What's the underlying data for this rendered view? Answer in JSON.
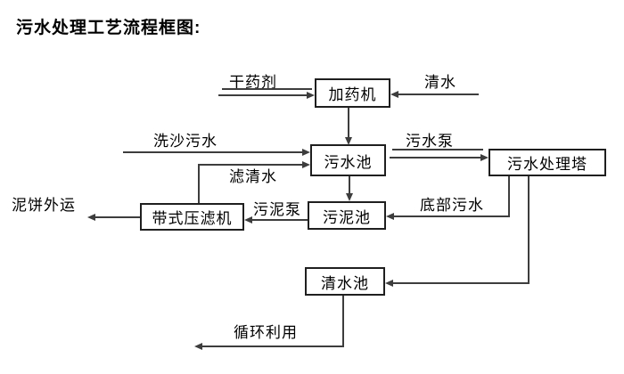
{
  "title": "污水处理工艺流程框图:",
  "nodes": {
    "dosing_machine": {
      "label": "加药机"
    },
    "sewage_pool": {
      "label": "污水池"
    },
    "treatment_tower": {
      "label": "污水处理塔"
    },
    "sludge_pool": {
      "label": "污泥池"
    },
    "belt_filter_press": {
      "label": "带式压滤机"
    },
    "clean_water_pool": {
      "label": "清水池"
    }
  },
  "edges": {
    "dry_agent": {
      "label": "干药剂",
      "to": "dosing_machine"
    },
    "clean_water": {
      "label": "清水",
      "to": "dosing_machine"
    },
    "sand_washing_sewage": {
      "label": "洗沙污水",
      "to": "sewage_pool"
    },
    "filtered_water": {
      "label": "滤清水",
      "from": "belt_filter_press",
      "to": "sewage_pool"
    },
    "sewage_pump": {
      "label": "污水泵",
      "from": "sewage_pool",
      "to": "treatment_tower"
    },
    "bottom_sewage": {
      "label": "底部污水",
      "from": "treatment_tower",
      "to": "sludge_pool"
    },
    "sludge_pump": {
      "label": "污泥泵",
      "from": "sludge_pool",
      "to": "belt_filter_press"
    },
    "mud_cake_out": {
      "label": "泥饼外运",
      "from": "belt_filter_press"
    },
    "recycle": {
      "label": "循环利用",
      "from": "clean_water_pool"
    },
    "dosing_to_sewage": {
      "label": "",
      "from": "dosing_machine",
      "to": "sewage_pool"
    },
    "sewage_to_sludge": {
      "label": "",
      "from": "sewage_pool",
      "to": "sludge_pool"
    },
    "tower_to_clean": {
      "label": "",
      "from": "treatment_tower",
      "to": "clean_water_pool"
    }
  },
  "colors": {
    "line": "#3d3d3d",
    "box_border": "#1f1f1f",
    "text": "#000000",
    "background": "#ffffff"
  }
}
